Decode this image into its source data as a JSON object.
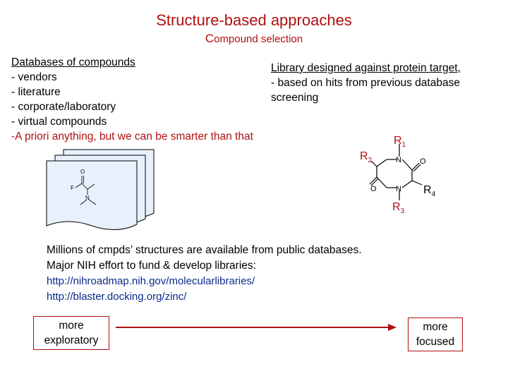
{
  "title": "Structure-based approaches",
  "subtitle_first": "C",
  "subtitle_rest": "ompound selection",
  "databases": {
    "heading": "Databases of compounds",
    "items": [
      "- vendors",
      "- literature",
      "- corporate/laboratory",
      "- virtual compounds"
    ],
    "note": "-A priori anything, but we can be smarter than that"
  },
  "library": {
    "heading": "Library designed against protein target,",
    "lines": [
      "- based on hits from previous database",
      "screening"
    ]
  },
  "small_structure": {
    "o": "O",
    "f": "F",
    "n": "N"
  },
  "scaffold": {
    "r1": "R",
    "r1_sub": "1",
    "r2": "R",
    "r2_sub": "2",
    "r3": "R",
    "r3_sub": "3",
    "r4": "R",
    "r4_sub": "4",
    "n_top": "N",
    "n_bottom": "N",
    "o_right": "O",
    "o_left": "O"
  },
  "info": {
    "line1": "Millions of cmpds’ structures are available from public databases.",
    "line2": "Major NIH effort to fund & develop libraries:",
    "link1": "http://nihroadmap.nih.gov/molecularlibraries/",
    "link2": "http://blaster.docking.org/zinc/"
  },
  "spectrum": {
    "left_line1": "more",
    "left_line2": "exploratory",
    "right_line1": "more",
    "right_line2": "focused"
  },
  "colors": {
    "accent_red": "#b01010",
    "link_blue": "#0a2a8a"
  }
}
